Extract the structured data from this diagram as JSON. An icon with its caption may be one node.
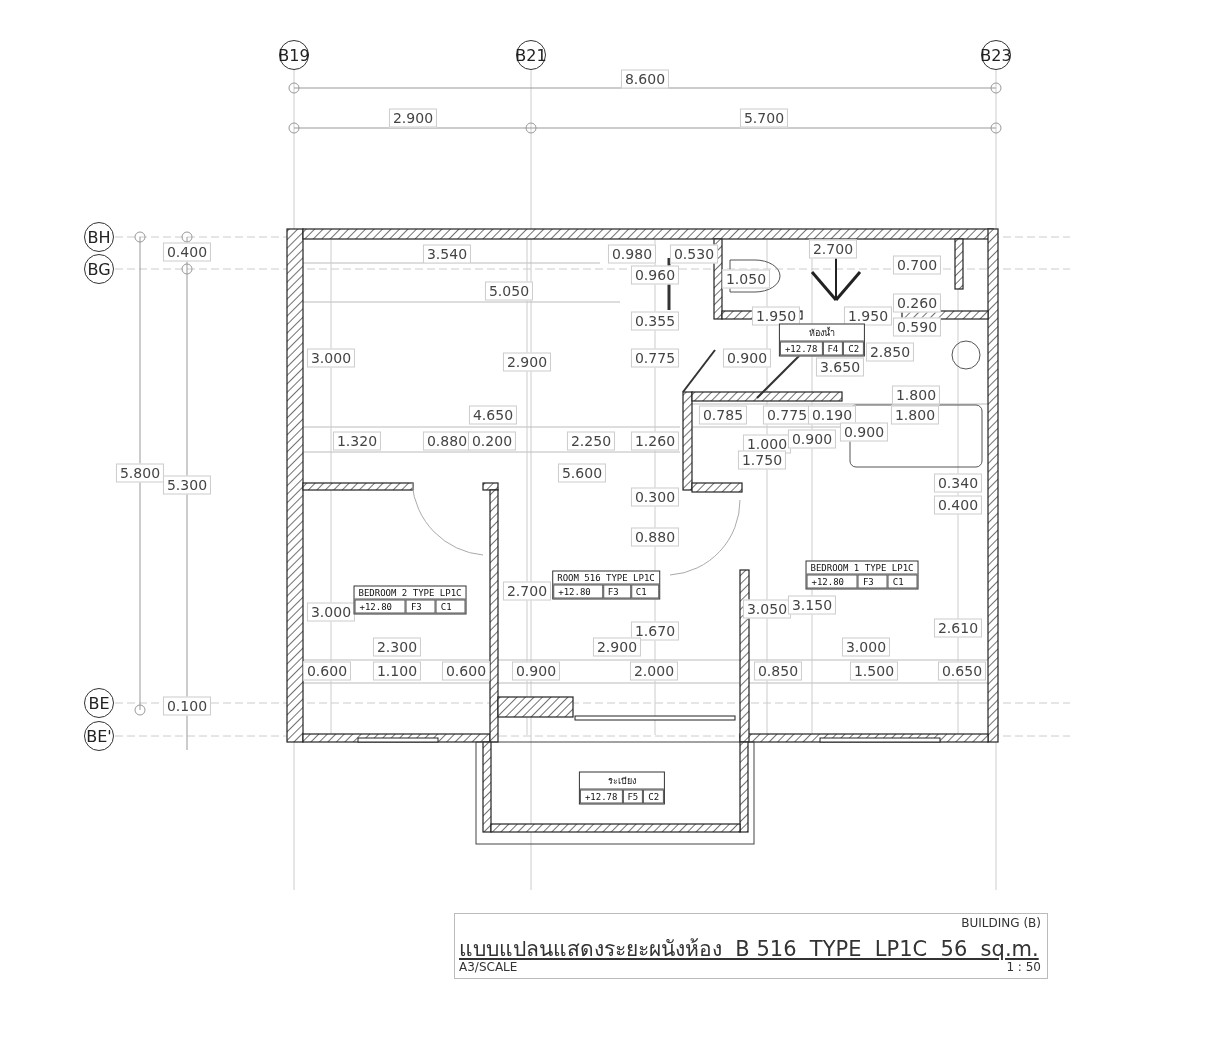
{
  "diagram": {
    "title": "แบบแปลนแสดงระยะผนังห้อง  B 516  TYPE  LP1C  56  sq.m.",
    "nodes": [
      {
        "text": [
          "B19"
        ]
      },
      {
        "text": [
          "B21"
        ]
      },
      {
        "text": [
          "B23"
        ]
      },
      {
        "text": [
          "BH"
        ]
      },
      {
        "text": [
          "BG"
        ]
      },
      {
        "text": [
          "BE"
        ]
      },
      {
        "text": [
          "BE'"
        ]
      },
      {
        "text": [
          "ห้องน้ำ",
          "+12.78",
          "F4",
          "C2"
        ]
      },
      {
        "text": [
          "BEDROOM 2 TYPE LP1C",
          "+12.80",
          "F3",
          "C1"
        ]
      },
      {
        "text": [
          "ROOM 516 TYPE LP1C",
          "+12.80",
          "F3",
          "C1"
        ]
      },
      {
        "text": [
          "BEDROOM 1 TYPE LP1C",
          "+12.80",
          "F3",
          "C1"
        ]
      },
      {
        "text": [
          "ระเบียง",
          "+12.78",
          "F5",
          "C2"
        ]
      }
    ],
    "labels": [
      "8.600",
      "2.900",
      "5.700",
      "0.400",
      "3.540",
      "0.980",
      "0.530",
      "2.700",
      "0.700",
      "0.960",
      "1.050",
      "5.050",
      "0.260",
      "0.355",
      "1.950",
      "1.950",
      "0.590",
      "3.000",
      "2.900",
      "0.775",
      "0.900",
      "2.850",
      "3.650",
      "1.800",
      "4.650",
      "0.785",
      "0.775",
      "0.190",
      "1.800",
      "0.900",
      "1.320",
      "0.880",
      "0.200",
      "2.250",
      "1.260",
      "1.000",
      "0.900",
      "1.750",
      "5.800",
      "5.600",
      "5.300",
      "0.300",
      "0.340",
      "0.400",
      "0.880",
      "2.700",
      "3.000",
      "3.050",
      "3.150",
      "1.670",
      "2.610",
      "2.300",
      "2.900",
      "3.000",
      "0.600",
      "1.100",
      "0.600",
      "0.900",
      "2.000",
      "0.850",
      "1.500",
      "0.650",
      "0.100",
      "BUILDING (B)",
      "A3/SCALE",
      "1 : 50"
    ]
  }
}
